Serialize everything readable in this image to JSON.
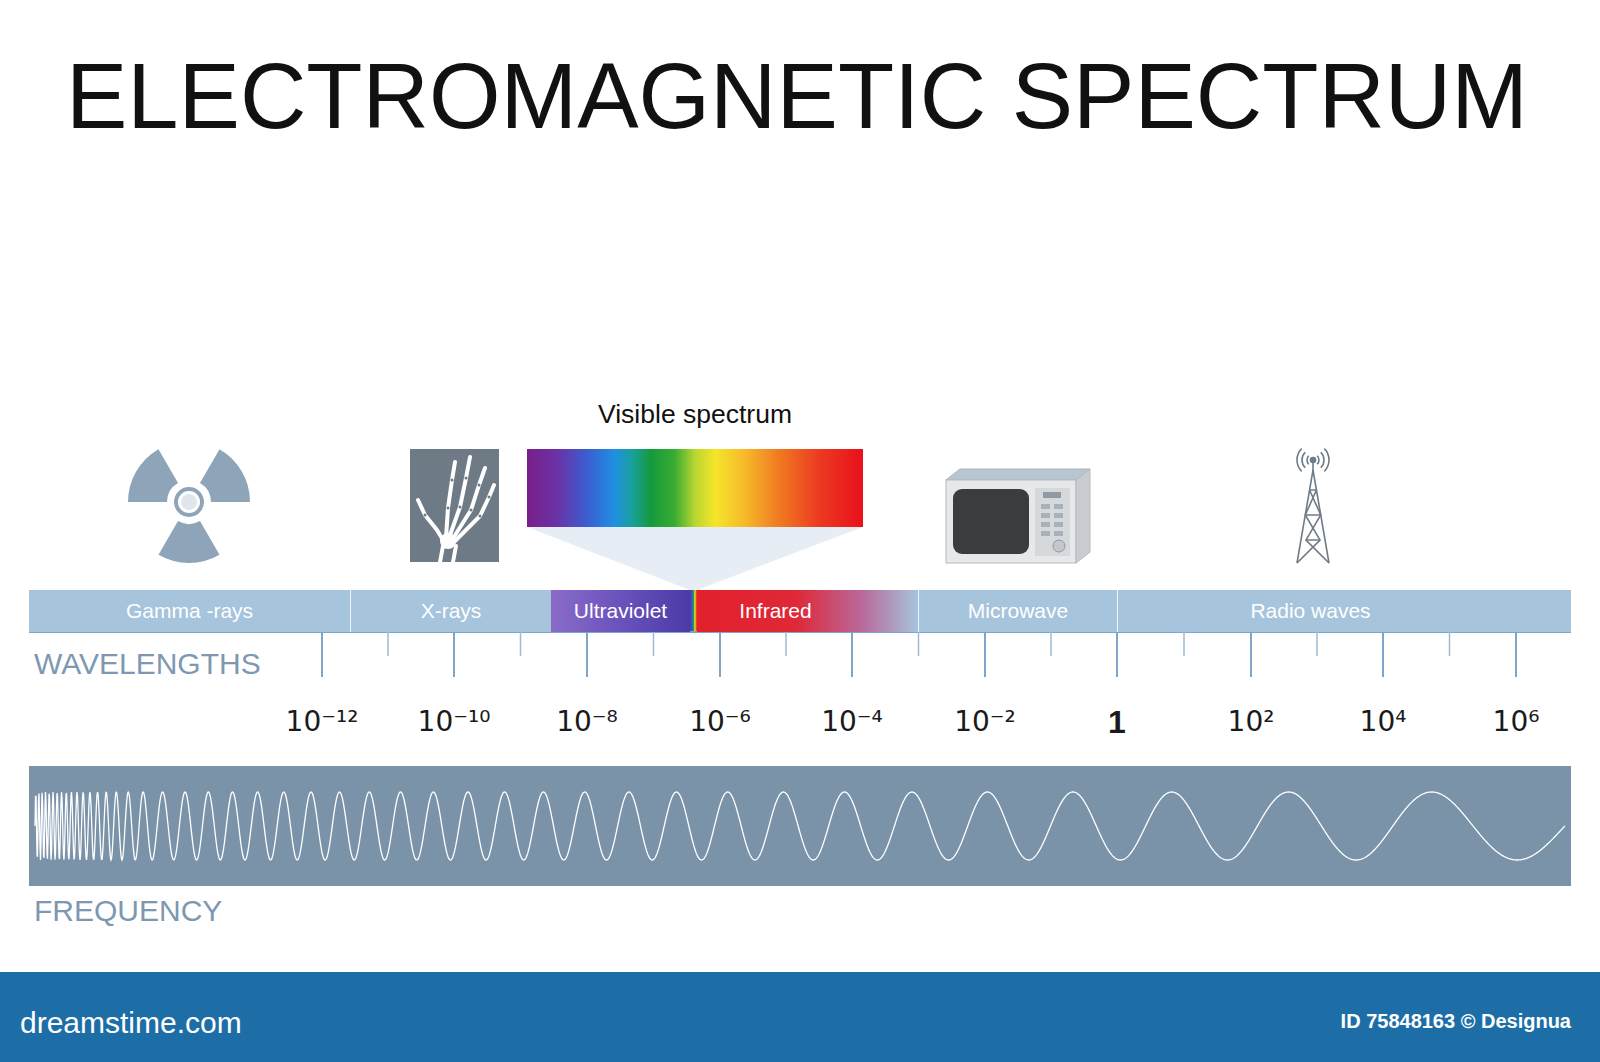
{
  "diagram": {
    "title": "ELECTROMAGNETIC SPECTRUM",
    "nodes": [
      {
        "text": [
          "Visible spectrum"
        ]
      },
      {
        "text": [
          "Gamma -rays"
        ]
      },
      {
        "text": [
          "X-rays"
        ]
      },
      {
        "text": [
          "Ultraviolet"
        ]
      },
      {
        "text": [
          "Infrared"
        ]
      },
      {
        "text": [
          "Microwave"
        ]
      },
      {
        "text": [
          "Radio waves"
        ]
      }
    ],
    "labels": [
      "WAVELENGTHS",
      "10⁻¹²",
      "10⁻¹⁰",
      "10⁻⁸",
      "10⁻⁶",
      "10⁻⁴",
      "10⁻²",
      "1",
      "10²",
      "10⁴",
      "10⁶",
      "FREQUENCY",
      "dreamstime.com",
      "ID 75848163 © Designua"
    ]
  }
}
